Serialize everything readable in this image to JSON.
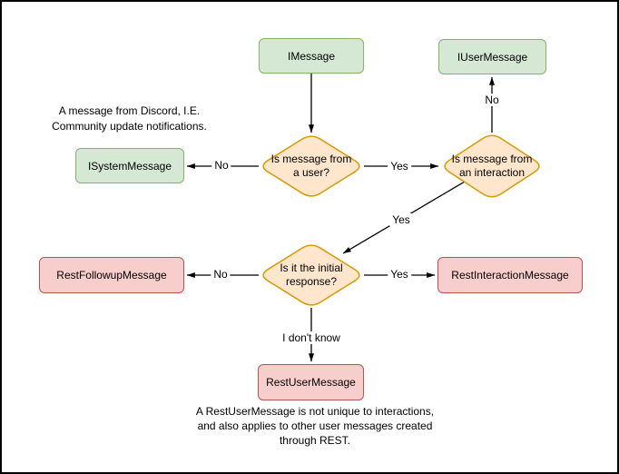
{
  "colors": {
    "background": "#ffffff",
    "frame_border": "#000000",
    "connector": "#000000",
    "text": "#000000",
    "interface_fill": "#d5e8d4",
    "interface_border": "#82b366",
    "decision_fill": "#ffe6cc",
    "decision_border": "#d79b00",
    "rest_fill": "#f8cecc",
    "rest_border": "#b85450"
  },
  "nodes": {
    "imessage": {
      "label": "IMessage"
    },
    "iusermessage": {
      "label": "IUserMessage"
    },
    "isystemmessage": {
      "label": "ISystemMessage"
    },
    "decision_is_user": {
      "label": "Is message from\na user?"
    },
    "decision_is_interaction": {
      "label": "Is message from\nan interaction"
    },
    "decision_initial_response": {
      "label": "Is it the initial\nresponse?"
    },
    "restfollowupmessage": {
      "label": "RestFollowupMessage"
    },
    "restinteractionmessage": {
      "label": "RestInteractionMessage"
    },
    "restusermessage": {
      "label": "RestUserMessage"
    }
  },
  "edges": [
    {
      "from": "IMessage",
      "to": "Is message from a user?",
      "label": ""
    },
    {
      "from": "Is message from a user?",
      "to": "ISystemMessage",
      "label": "No"
    },
    {
      "from": "Is message from a user?",
      "to": "Is message from an interaction",
      "label": "Yes"
    },
    {
      "from": "Is message from an interaction",
      "to": "IUserMessage",
      "label": "No"
    },
    {
      "from": "Is message from an interaction",
      "to": "Is it the initial response?",
      "label": "Yes"
    },
    {
      "from": "Is it the initial response?",
      "to": "RestFollowupMessage",
      "label": "No"
    },
    {
      "from": "Is it the initial response?",
      "to": "RestInteractionMessage",
      "label": "Yes"
    },
    {
      "from": "Is it the initial response?",
      "to": "RestUserMessage",
      "label": "I don't know"
    }
  ],
  "notes": {
    "system_message_note": "A message from Discord, I.E.\nCommunity update notifications.",
    "rest_user_message_note": "A RestUserMessage is not unique to interactions,\nand also applies to other user messages created\nthrough REST."
  }
}
